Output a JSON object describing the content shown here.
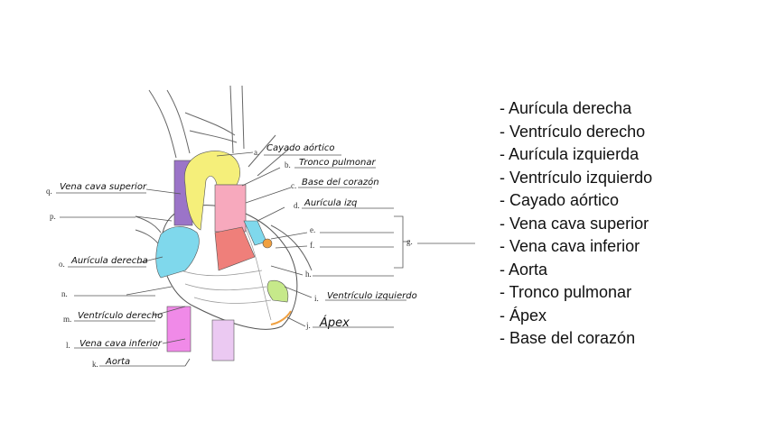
{
  "legend": {
    "items": [
      "- Aurícula derecha",
      "- Ventrículo derecho",
      "- Aurícula izquierda",
      "- Ventrículo izquierdo",
      "- Cayado aórtico",
      "- Vena cava superior",
      "- Vena cava inferior",
      "- Aorta",
      "- Tronco pulmonar",
      "- Ápex",
      "- Base del corazón"
    ]
  },
  "labels": {
    "a": {
      "letter": "a.",
      "text": "Cayado aórtico"
    },
    "b": {
      "letter": "b.",
      "text": "Tronco pulmonar"
    },
    "c": {
      "letter": "c.",
      "text": "Base del corazón"
    },
    "d": {
      "letter": "d.",
      "text": "Aurícula izq"
    },
    "e": {
      "letter": "e.",
      "text": ""
    },
    "f": {
      "letter": "f.",
      "text": ""
    },
    "g": {
      "letter": "g.",
      "text": ""
    },
    "h": {
      "letter": "h.",
      "text": ""
    },
    "i": {
      "letter": "i.",
      "text": "Ventrículo izquierdo"
    },
    "j": {
      "letter": "j.",
      "text": "Ápex"
    },
    "k": {
      "letter": "k.",
      "text": "Aorta"
    },
    "l": {
      "letter": "l.",
      "text": "Vena cava inferior"
    },
    "m": {
      "letter": "m.",
      "text": "Ventrículo derecho"
    },
    "n": {
      "letter": "n.",
      "text": ""
    },
    "o": {
      "letter": "o.",
      "text": "Aurícula derecha"
    },
    "p": {
      "letter": "p.",
      "text": ""
    },
    "q": {
      "letter": "q.",
      "text": "Vena cava superior"
    }
  },
  "colors": {
    "aortic_arch": "#f5ef7a",
    "superior_vena_cava": "#9b74c8",
    "right_atrium": "#7fd8ec",
    "pulmonary_trunk": "#f7a9bd",
    "right_ventricle": "#ef7f7a",
    "left_atrium": "#7fd8ec",
    "left_ventricle": "#c6e98a",
    "apex": "#f0a040",
    "inferior_vena_cava": "#f08ae8",
    "aorta": "#ebc9f2"
  }
}
